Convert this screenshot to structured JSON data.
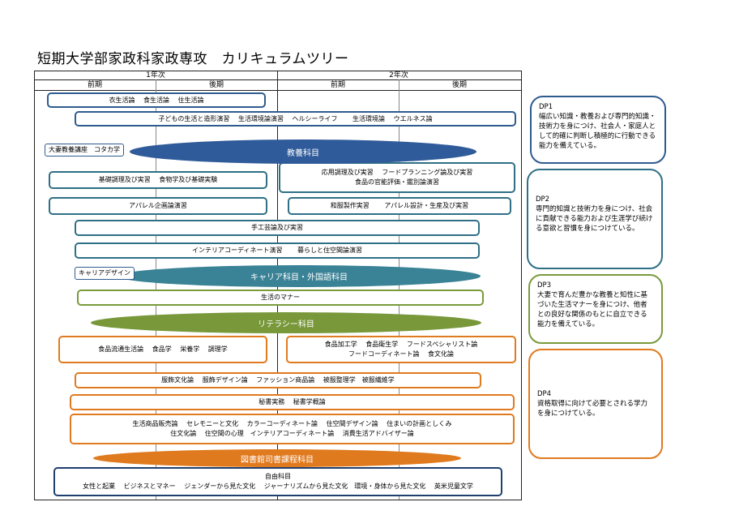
{
  "title": "短期大学部家政科家政専攻　カリキュラムツリー",
  "header": {
    "year1": "1年次",
    "year2": "2年次",
    "early": "前期",
    "late": "後期"
  },
  "rows": {
    "r1": "衣生活論　 食生活論　 住生活論",
    "r2": "子どもの生活と造形演習　 生活環境論演習　 ヘルシーライフ　　 生活環境論　 ウエルネス論",
    "r3_tag": "大妻教養講座　コタカ学",
    "r3_ellipse": "教養科目",
    "r4a": "基礎調理及び実習　 食物学及び基礎実験",
    "r4b_line1": "応用調理及び実習　 フードプランニング論及び実習",
    "r4b_line2": "食品の官能評価・鑑別論演習",
    "r5a": "アパレル企画論演習",
    "r5b": "和服製作実習　　 アパレル設計・生産及び実習",
    "r6": "手工芸論及び実習",
    "r7": "インテリアコーディネート演習　　 暮らしと住空間論演習",
    "r8_tag": "キャリアデザイン",
    "r8_ellipse": "キャリア科目・外国語科目",
    "r9": "生活のマナー",
    "r10_ellipse": "リテラシー科目",
    "r11a": "食品流通生活論　 食品学　 栄養学　 調理学",
    "r11b_line1": "食品加工学　 食品衛生学　 フードスペシャリスト論",
    "r11b_line2": "フードコーディネート論　 食文化論",
    "r12": "服飾文化論　 服飾デザイン論　 ファッション商品論　 被服整理学　被服繊維学",
    "r13": "秘書実務　 秘書学概論",
    "r14_line1": "生活商品販売論　 セレモニーと文化　 カラーコーディネート論　 住空間デザイン論　 住まいの計画としくみ",
    "r14_line2": "住文化論　 住空間の心理　インテリアコーディネート論　 消費生活アドバイザー論",
    "r15_ellipse": "図書館司書課程科目",
    "r16_line1": "自由科目",
    "r16_line2": "女性と起業　 ビジネスとマネー　 ジェンダーから見た文化　 ジャーナリズムから見た文化　環境・身体から見た文化　 英米児童文学"
  },
  "dp": {
    "dp1_name": "DP1",
    "dp1_text": "幅広い知識・教養および専門的知識・技術力を身につけ、社会人・家庭人として的確に判断し積極的に行動できる能力を備えている。",
    "dp2_name": "DP2",
    "dp2_text": "専門的知識と技術力を身につけ、社会に貢献できる能力および生涯学び続ける意欲と習慣を身につけている。",
    "dp3_name": "DP3",
    "dp3_text": "大妻で育んだ豊かな教養と知性に基づいた生活マナーを身につけ、他者との良好な関係のもとに自立できる能力を備えている。",
    "dp4_name": "DP4",
    "dp4_text": "資格取得に向けて必要とされる学力を身につけている。"
  },
  "colors": {
    "teal": "#2f6f86",
    "blue_ellipse": "#2f5b9a",
    "teal_ellipse": "#3a8296",
    "green_ellipse": "#78983a",
    "orange": "#e07a1e",
    "green_border": "#7a9a3c"
  }
}
